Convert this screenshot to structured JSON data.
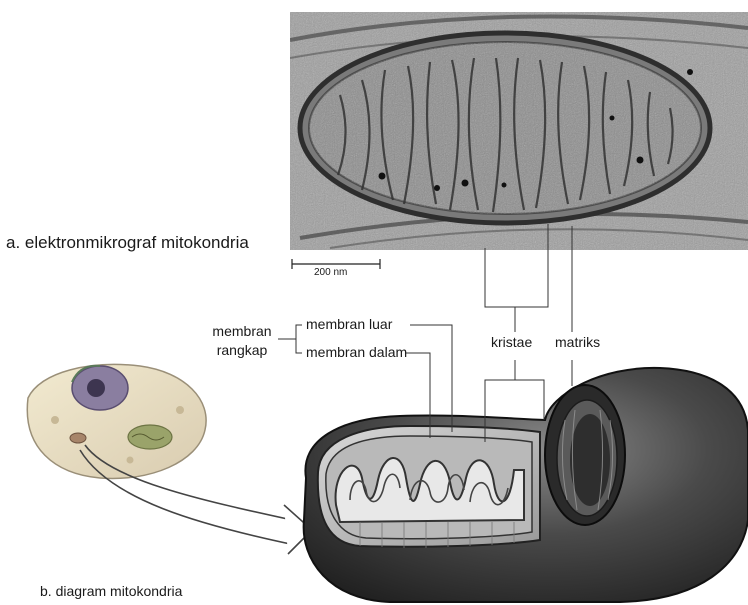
{
  "micrograph_caption": "a. elektronmikrograf mitokondria",
  "scale_bar_label": "200 nm",
  "diagram_caption": "b. diagram mitokondria",
  "labels": {
    "membran_rangkap_line1": "membran",
    "membran_rangkap_line2": "rangkap",
    "membran_luar": "membran luar",
    "membran_dalam": "membran dalam",
    "kristae": "kristae",
    "matriks": "matriks"
  }
}
